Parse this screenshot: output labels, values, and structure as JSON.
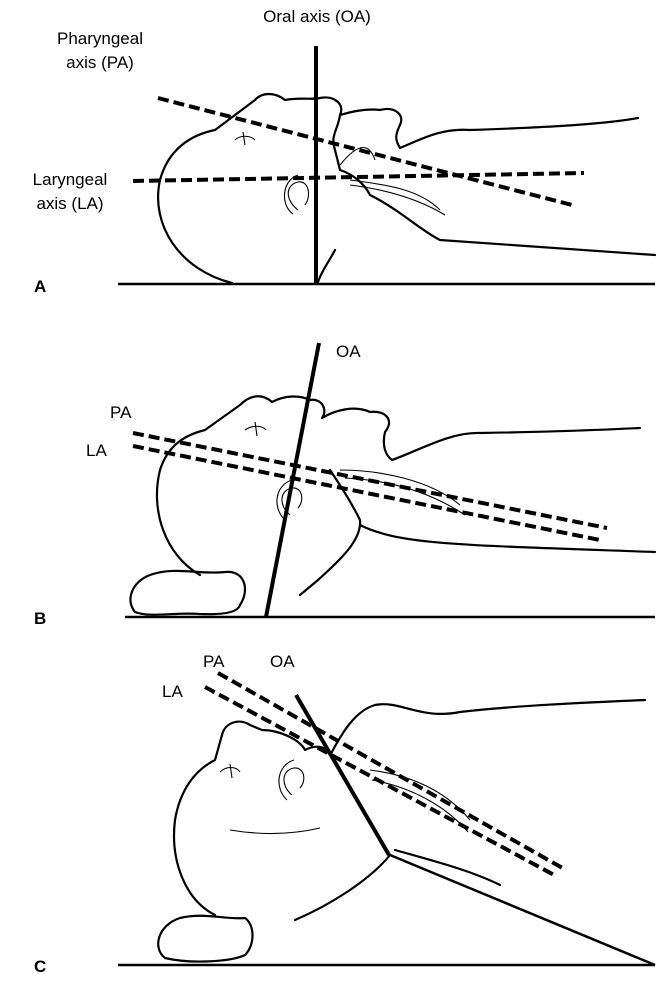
{
  "panels": [
    {
      "letter": "A",
      "oral_axis_label": "Oral axis (OA)",
      "pharyngeal_label_line1": "Pharyngeal",
      "pharyngeal_label_line2": "axis (PA)",
      "laryngeal_label_line1": "Laryngeal",
      "laryngeal_label_line2": "axis (LA)"
    },
    {
      "letter": "B",
      "oral_axis_label": "OA",
      "pharyngeal_label": "PA",
      "laryngeal_label": "LA"
    },
    {
      "letter": "C",
      "oral_axis_label": "OA",
      "pharyngeal_label": "PA",
      "laryngeal_label": "LA"
    }
  ]
}
